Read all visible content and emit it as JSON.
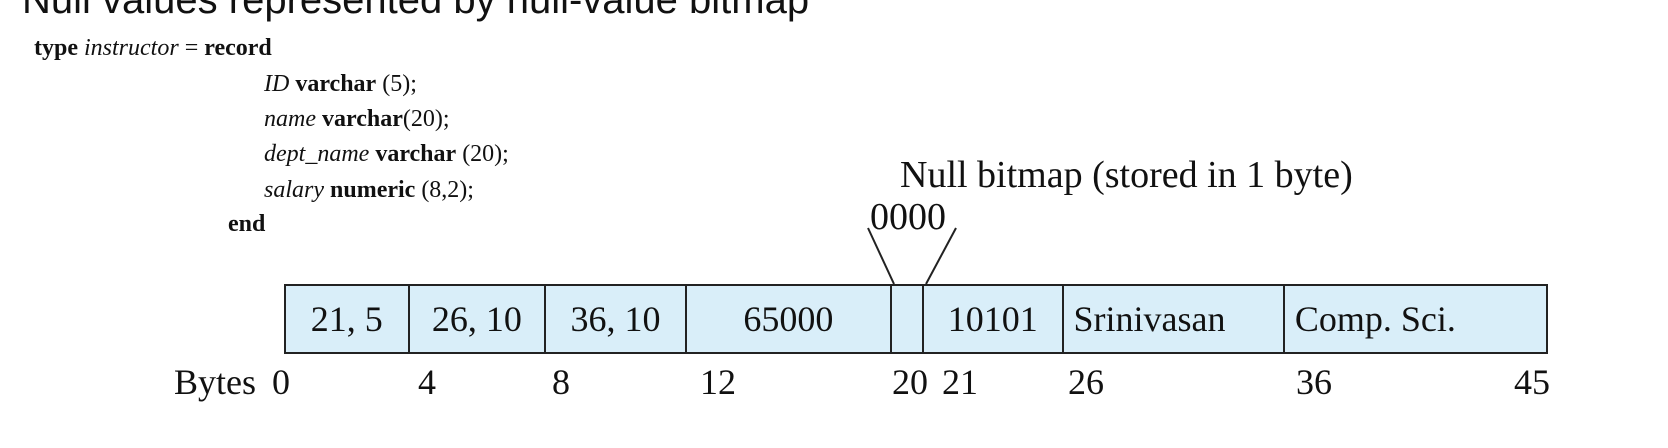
{
  "title": "Null values represented by null-value bitmap",
  "record_code": {
    "kw_type": "type",
    "type_name": "instructor",
    "equals": "=",
    "kw_record": "record",
    "fields": [
      {
        "name": "ID",
        "type": "varchar",
        "size": "(5);"
      },
      {
        "name": "name",
        "type": "varchar",
        "size": "(20);"
      },
      {
        "name": "dept_name",
        "type": "varchar",
        "size": "(20);"
      },
      {
        "name": "salary",
        "type": "numeric",
        "size": "(8,2);"
      }
    ],
    "kw_end": "end"
  },
  "bitmap_label": "Null bitmap (stored in 1 byte)",
  "bitmap_value": "0000",
  "record_cells": [
    {
      "text": "21, 5",
      "start": 0,
      "end": 4
    },
    {
      "text": "26, 10",
      "start": 4,
      "end": 8
    },
    {
      "text": "36, 10",
      "start": 8,
      "end": 12
    },
    {
      "text": "65000",
      "start": 12,
      "end": 20
    },
    {
      "text": "",
      "start": 20,
      "end": 21
    },
    {
      "text": "10101",
      "start": 21,
      "end": 26
    },
    {
      "text": "Srinivasan",
      "start": 26,
      "end": 36
    },
    {
      "text": "Comp. Sci.",
      "start": 36,
      "end": 45
    }
  ],
  "bytes_label": "Bytes",
  "byte_ticks": [
    "0",
    "4",
    "8",
    "12",
    "20",
    "21",
    "26",
    "36",
    "45"
  ]
}
